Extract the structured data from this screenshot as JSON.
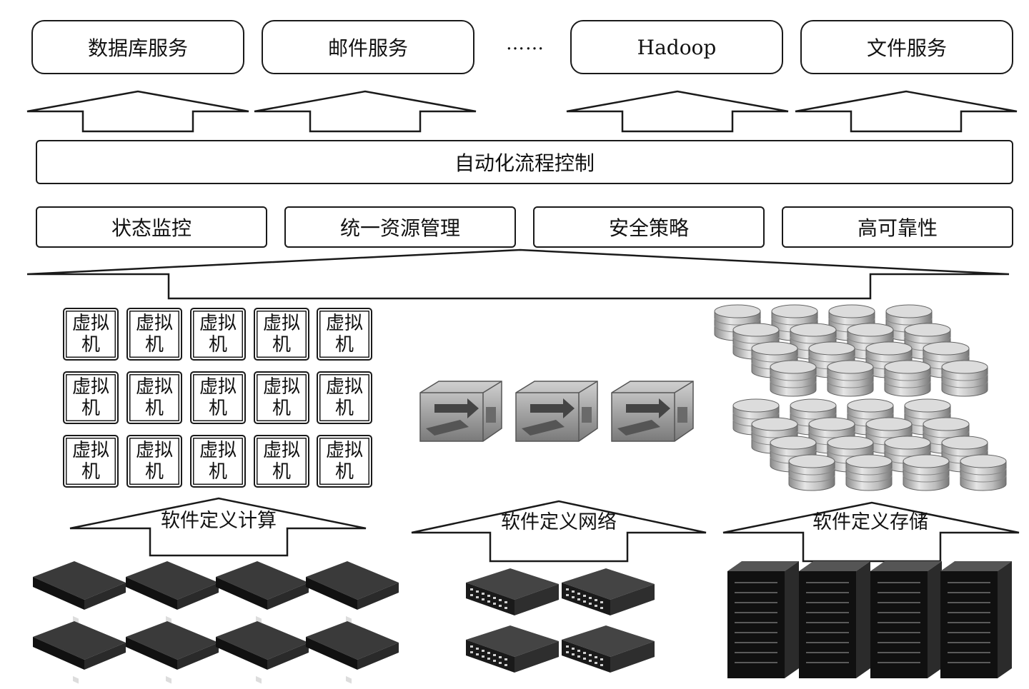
{
  "services": [
    {
      "label": "数据库服务"
    },
    {
      "label": "邮件服务"
    },
    {
      "label": "Hadoop"
    },
    {
      "label": "文件服务"
    }
  ],
  "ellipsis": "……",
  "automation_label": "自动化流程控制",
  "management_modules": [
    {
      "label": "状态监控"
    },
    {
      "label": "统一资源管理"
    },
    {
      "label": "安全策略"
    },
    {
      "label": "高可靠性"
    }
  ],
  "vm_label": "虚拟机",
  "vm_grid": {
    "rows": 3,
    "cols": 5
  },
  "software_defined": [
    {
      "label": "软件定义计算",
      "resource": "compute-servers"
    },
    {
      "label": "软件定义网络",
      "resource": "network-switches"
    },
    {
      "label": "软件定义存储",
      "resource": "storage-racks"
    }
  ],
  "icons": [
    "network-device-icon",
    "storage-disk-icon",
    "server-icon",
    "switch-icon",
    "rack-server-icon"
  ]
}
